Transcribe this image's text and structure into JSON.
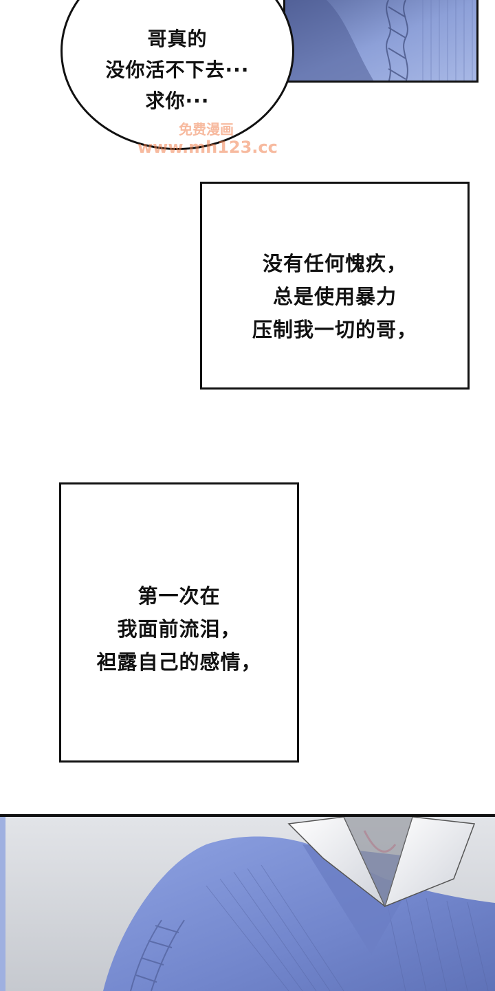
{
  "speech_bubble": {
    "lines": [
      "哥真的",
      "没你活不下去···",
      "求你···"
    ]
  },
  "watermark": {
    "line_1": "免费漫画",
    "line_2": "www.mh123.cc"
  },
  "narration_1": {
    "lines": [
      "没有任何愧疚，",
      "总是使用暴力",
      "压制我一切的哥，"
    ]
  },
  "narration_2": {
    "lines": [
      "第一次在",
      "我面前流泪，",
      "袒露自己的感情，"
    ]
  },
  "colors": {
    "sweater_blue": "#7f94d6",
    "collar_white": "#f2f2f6",
    "background_grey": "#d6d8dc",
    "line_black": "#111111"
  }
}
